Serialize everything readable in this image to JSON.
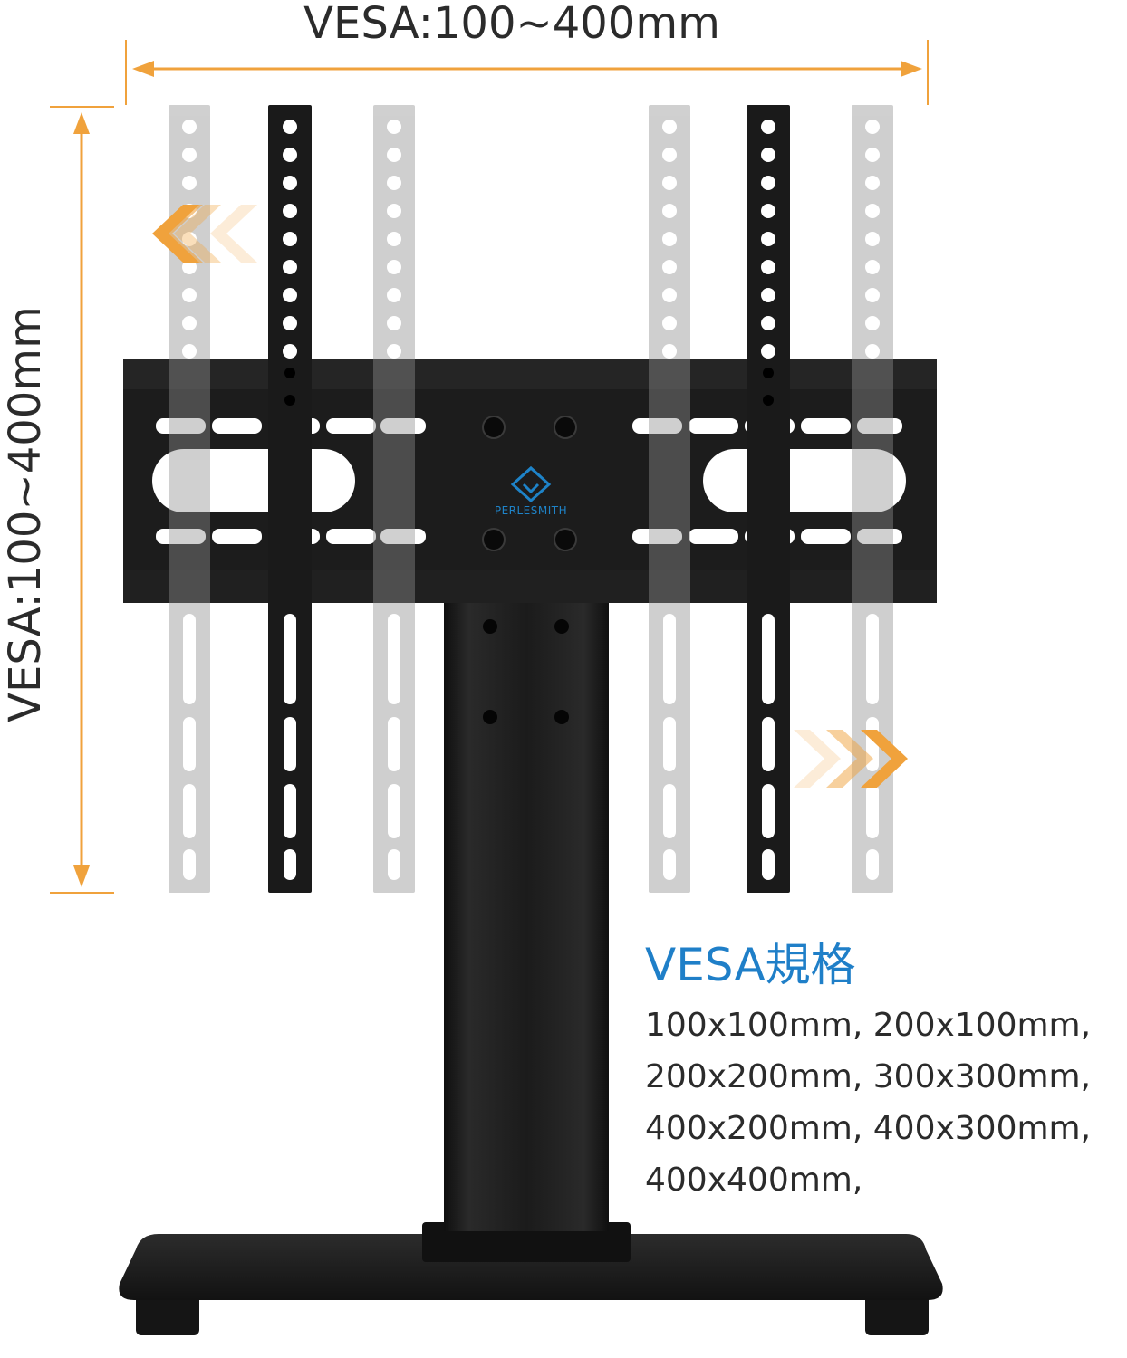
{
  "dimensions": {
    "horizontal_label": "VESA:100~400mm",
    "vertical_label": "VESA:100~400mm"
  },
  "brand": {
    "name": "PERLESMITH",
    "logo_color": "#1e83c8"
  },
  "spec": {
    "title": "VESA規格",
    "title_color": "#1f7fc8",
    "lines": [
      "100x100mm, 200x100mm,",
      "200x200mm, 300x300mm,",
      "400x200mm, 400x300mm,",
      "400x400mm,"
    ]
  },
  "colors": {
    "accent_orange": "#f0a23c",
    "product_black": "#1c1c1c",
    "ghost_gray": "#b5b5b5"
  },
  "icons": {
    "left_arrows": "chevron-left-icon",
    "right_arrows": "chevron-right-icon"
  }
}
